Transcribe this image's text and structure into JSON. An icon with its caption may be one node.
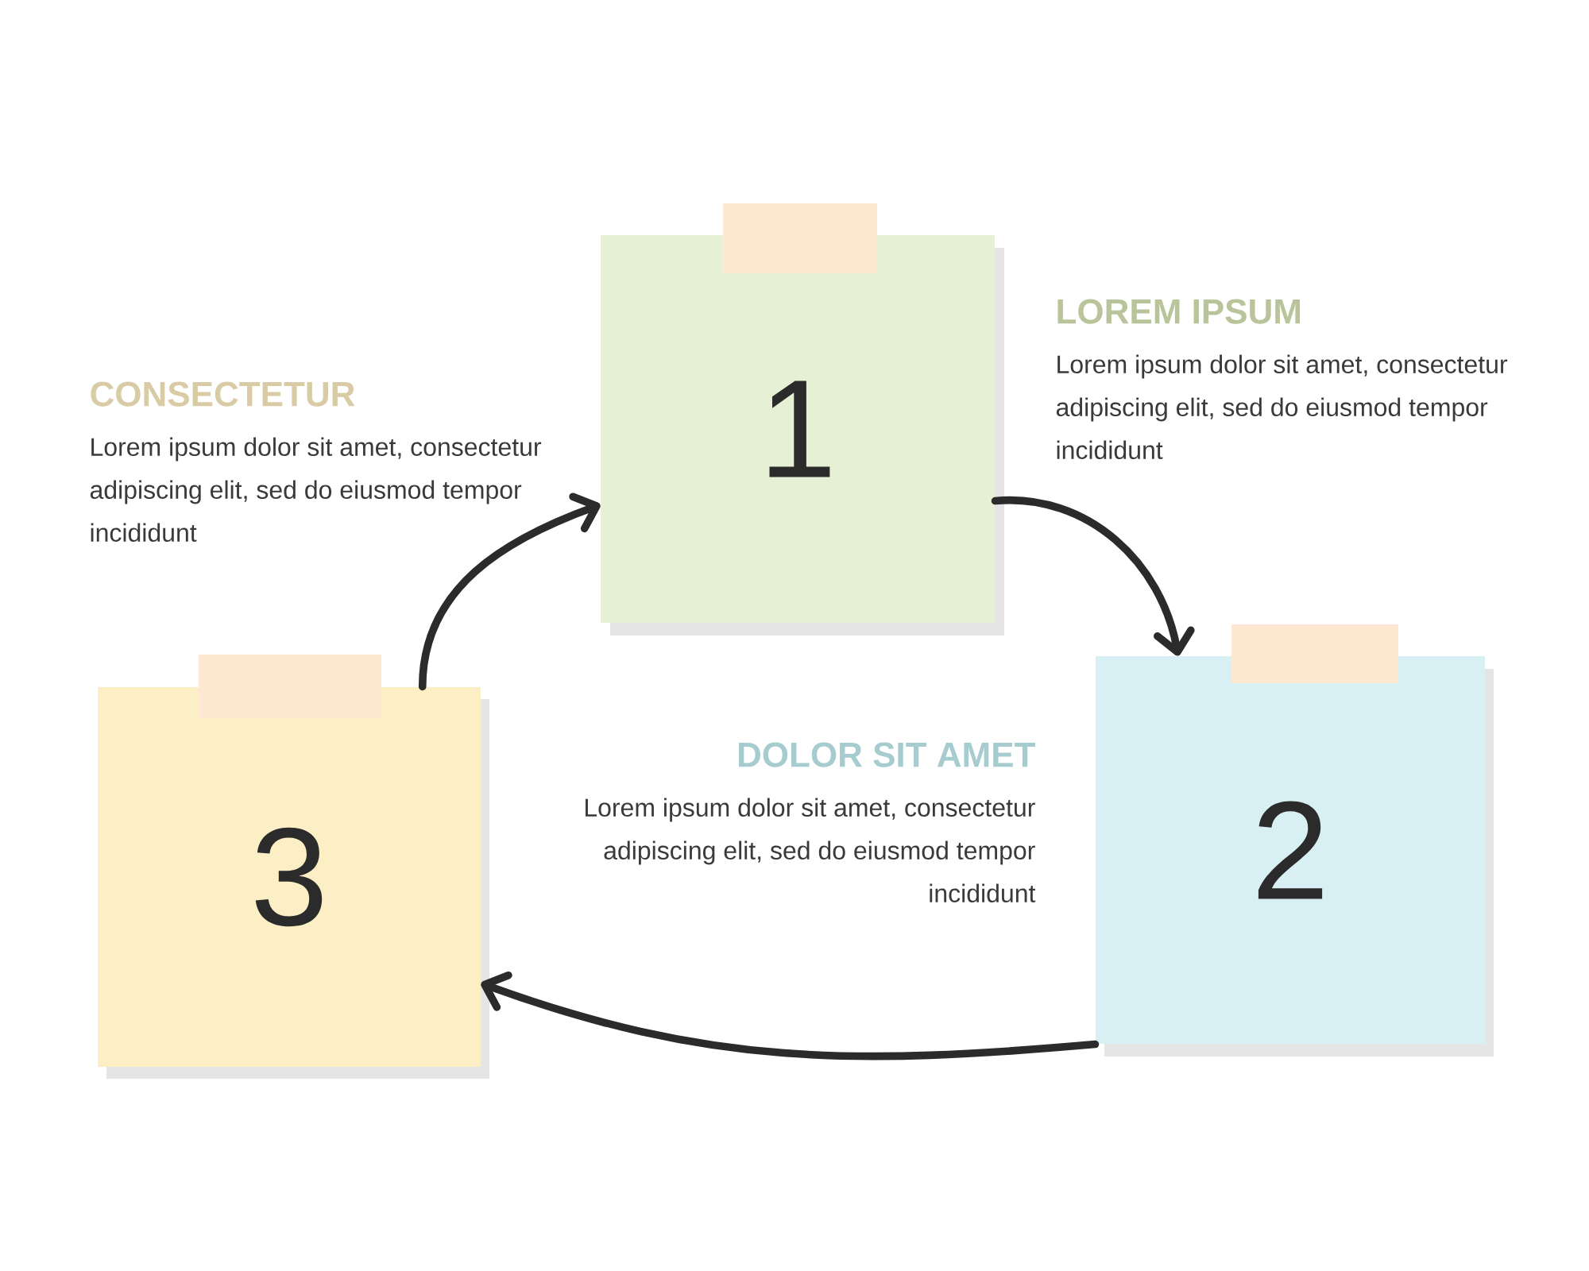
{
  "diagram": {
    "nodes": [
      {
        "text": [
          "1"
        ],
        "beside": [
          "LOREM IPSUM",
          "Lorem ipsum dolor sit amet, consectetur adipiscing elit, sed do eiusmod tempor incididunt"
        ]
      },
      {
        "text": [
          "2"
        ],
        "beside": [
          "DOLOR SIT AMET",
          "Lorem ipsum dolor sit amet, consectetur adipiscing elit, sed do eiusmod tempor incididunt"
        ]
      },
      {
        "text": [
          "3"
        ],
        "beside": [
          "CONSECTETUR",
          "Lorem ipsum dolor sit amet, consectetur adipiscing elit, sed do eiusmod tempor incididunt"
        ]
      }
    ],
    "edges": [
      {
        "from": 0,
        "to": 1,
        "arrow": "to"
      },
      {
        "from": 1,
        "to": 2,
        "arrow": "to"
      },
      {
        "from": 2,
        "to": 0,
        "arrow": "to"
      }
    ]
  }
}
